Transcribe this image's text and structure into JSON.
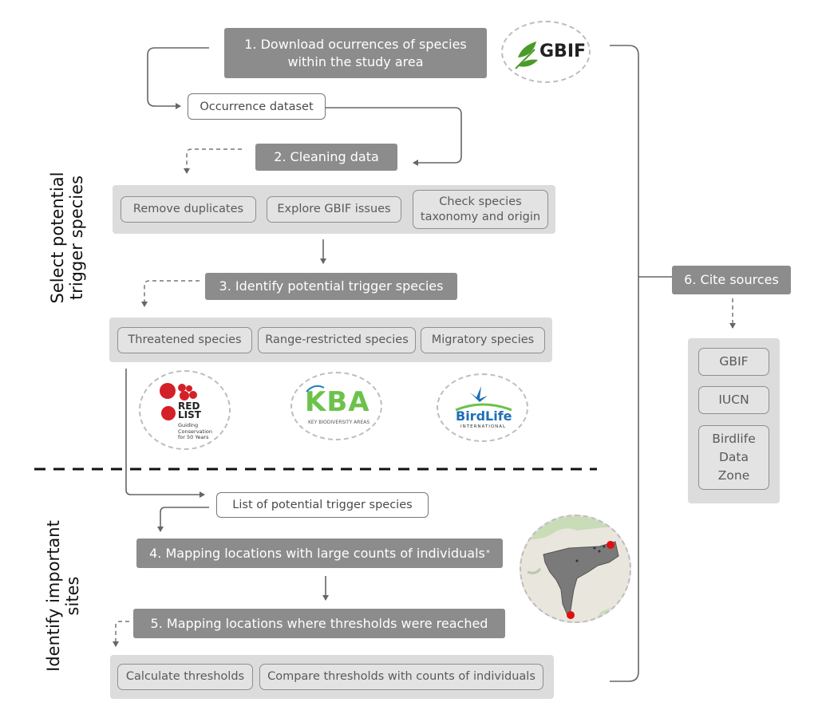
{
  "side_labels": {
    "top": "Select potential\ntrigger species",
    "bottom": "Identify important\nsites"
  },
  "steps": {
    "step1": "1. Download ocurrences of species\nwithin the study area",
    "step2": "2. Cleaning data",
    "step3": "3. Identify potential trigger species",
    "step4": "4. Mapping locations with large counts of individuals",
    "step4_mark": "*",
    "step5": "5. Mapping locations where thresholds were reached",
    "step6": "6. Cite sources"
  },
  "outputs": {
    "occurrence_dataset": "Occurrence dataset",
    "trigger_list": "List of potential trigger species"
  },
  "cleaning_tasks": [
    "Remove duplicates",
    "Explore GBIF issues",
    "Check species\ntaxonomy and origin"
  ],
  "trigger_criteria": [
    "Threatened species",
    "Range-restricted species",
    "Migratory species"
  ],
  "threshold_tasks": [
    "Calculate thresholds",
    "Compare thresholds with counts of individuals"
  ],
  "sources": [
    "GBIF",
    "IUCN",
    "Birdlife\nData\nZone"
  ],
  "logos": {
    "gbif": "GBIF",
    "redlist_title": "RED\nLIST",
    "redlist_tagline": "Guiding\nConservation\nfor 50 Years",
    "kba": "KBA",
    "kba_tagline": "KEY BIODIVERSITY AREAS",
    "birdlife": "BirdLife",
    "birdlife_tagline": "INTERNATIONAL"
  },
  "colors": {
    "step_fill": "#8c8c8c",
    "panel_fill": "#dcdcdc",
    "chip_fill": "#e3e3e3",
    "connector": "#666666",
    "gbif_green": "#4c9a2a",
    "redlist_red": "#d42027",
    "kba_green": "#6cc24a",
    "kba_blue": "#1f7fc4",
    "birdlife_blue": "#1d6fb8",
    "map_polygon": "#7a7a7a",
    "map_point_red": "#e01010"
  }
}
